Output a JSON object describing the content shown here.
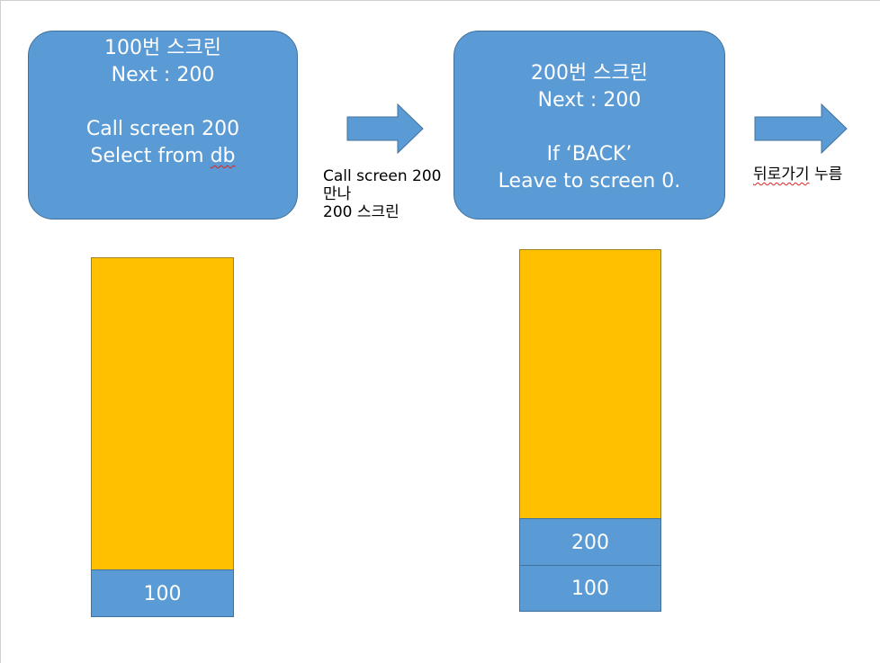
{
  "colors": {
    "box_fill": "#5b9bd5",
    "box_border": "#41719c",
    "stack_fill": "#ffc000",
    "text_on_box": "#ffffff"
  },
  "screen100_box": {
    "title": "100번 스크린",
    "next": "Next : 200",
    "line3": "Call screen 200",
    "line4_prefix": "Select from ",
    "line4_flagged": "db"
  },
  "arrow1": {
    "icon": "right-arrow-icon",
    "caption_line1": "Call screen 200",
    "caption_line2": "만나",
    "caption_line3": "200 스크린"
  },
  "screen200_box": {
    "title": "200번 스크린",
    "next": "Next : 200",
    "line3": "If ‘BACK’",
    "line4": "Leave to screen 0."
  },
  "arrow2": {
    "icon": "right-arrow-icon",
    "caption_flagged": "뒤로가기",
    "caption_rest": " 누름"
  },
  "stack_left": {
    "cells": [
      "100"
    ]
  },
  "stack_right": {
    "cells": [
      "200",
      "100"
    ]
  }
}
